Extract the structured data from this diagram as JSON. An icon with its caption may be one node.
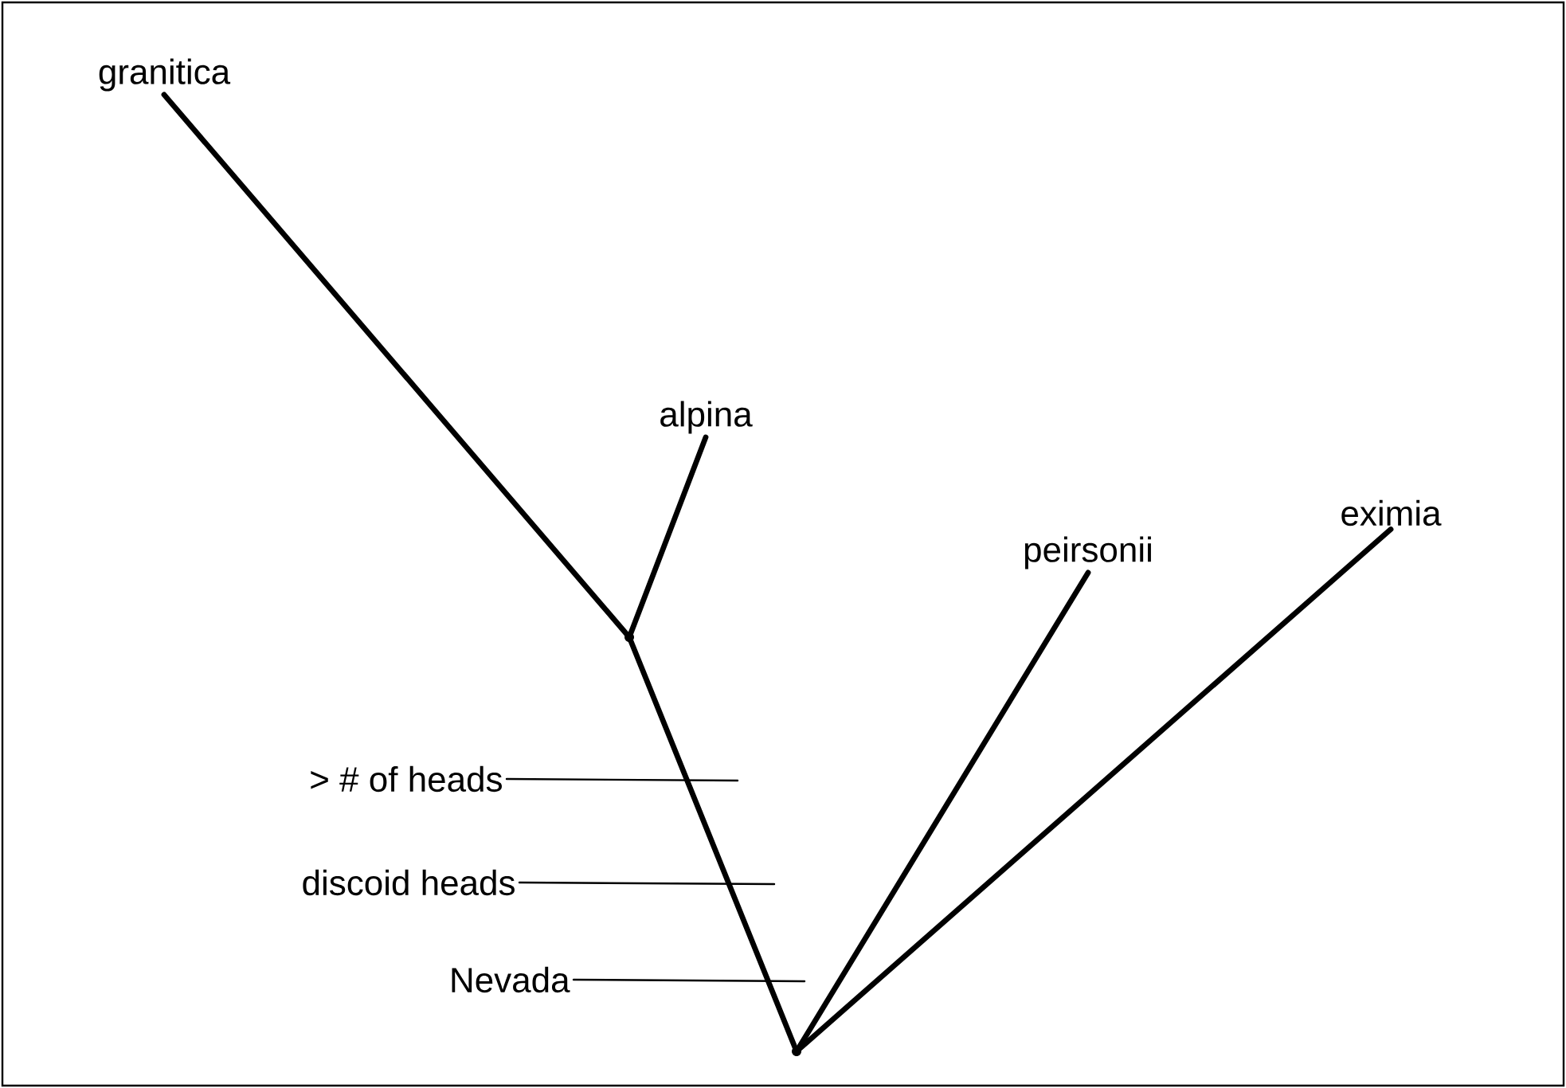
{
  "diagram": {
    "nodes": [
      {
        "text": [
          "granitica"
        ]
      },
      {
        "text": [
          "alpina"
        ]
      },
      {
        "text": [
          "peirsonii"
        ]
      },
      {
        "text": [
          "eximia"
        ]
      },
      {
        "text": [
          "> # of heads"
        ]
      },
      {
        "text": [
          "discoid heads"
        ]
      },
      {
        "text": [
          "Nevada"
        ]
      },
      {
        "text": [],
        "shape": "point"
      },
      {
        "text": [],
        "shape": "point"
      }
    ],
    "edges": [
      {
        "from": 7,
        "to": 0,
        "arrow": "none"
      },
      {
        "from": 7,
        "to": 1,
        "arrow": "none"
      },
      {
        "from": 8,
        "to": 7,
        "arrow": "none"
      },
      {
        "from": 8,
        "to": 2,
        "arrow": "none"
      },
      {
        "from": 8,
        "to": 3,
        "arrow": "none"
      },
      {
        "from": 4,
        "to": null,
        "arrow": "none"
      },
      {
        "from": 5,
        "to": null,
        "arrow": "none"
      },
      {
        "from": 6,
        "to": null,
        "arrow": "none"
      }
    ]
  }
}
